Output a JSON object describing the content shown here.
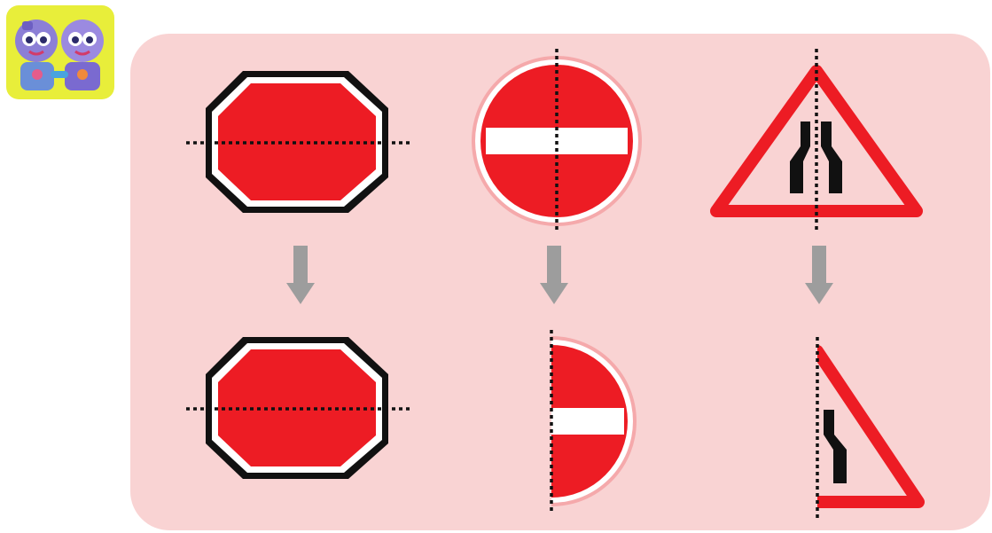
{
  "figure": {
    "logo_icon": "robot-twins-icon",
    "panel_color": "#f9d3d3",
    "colors": {
      "sign_red": "#ed1c24",
      "sign_white": "#ffffff",
      "outline_black": "#111111",
      "halo_pink": "#f5a9ab",
      "arrow_gray": "#9d9d9d",
      "axis_dotted": "#111111"
    },
    "signs": [
      {
        "name": "stop-octagon",
        "symmetry_axis": "horizontal"
      },
      {
        "name": "no-entry-circle",
        "symmetry_axis": "vertical"
      },
      {
        "name": "road-narrows-triangle",
        "symmetry_axis": "vertical"
      }
    ],
    "arrows_icon": "arrow-down-icon"
  }
}
